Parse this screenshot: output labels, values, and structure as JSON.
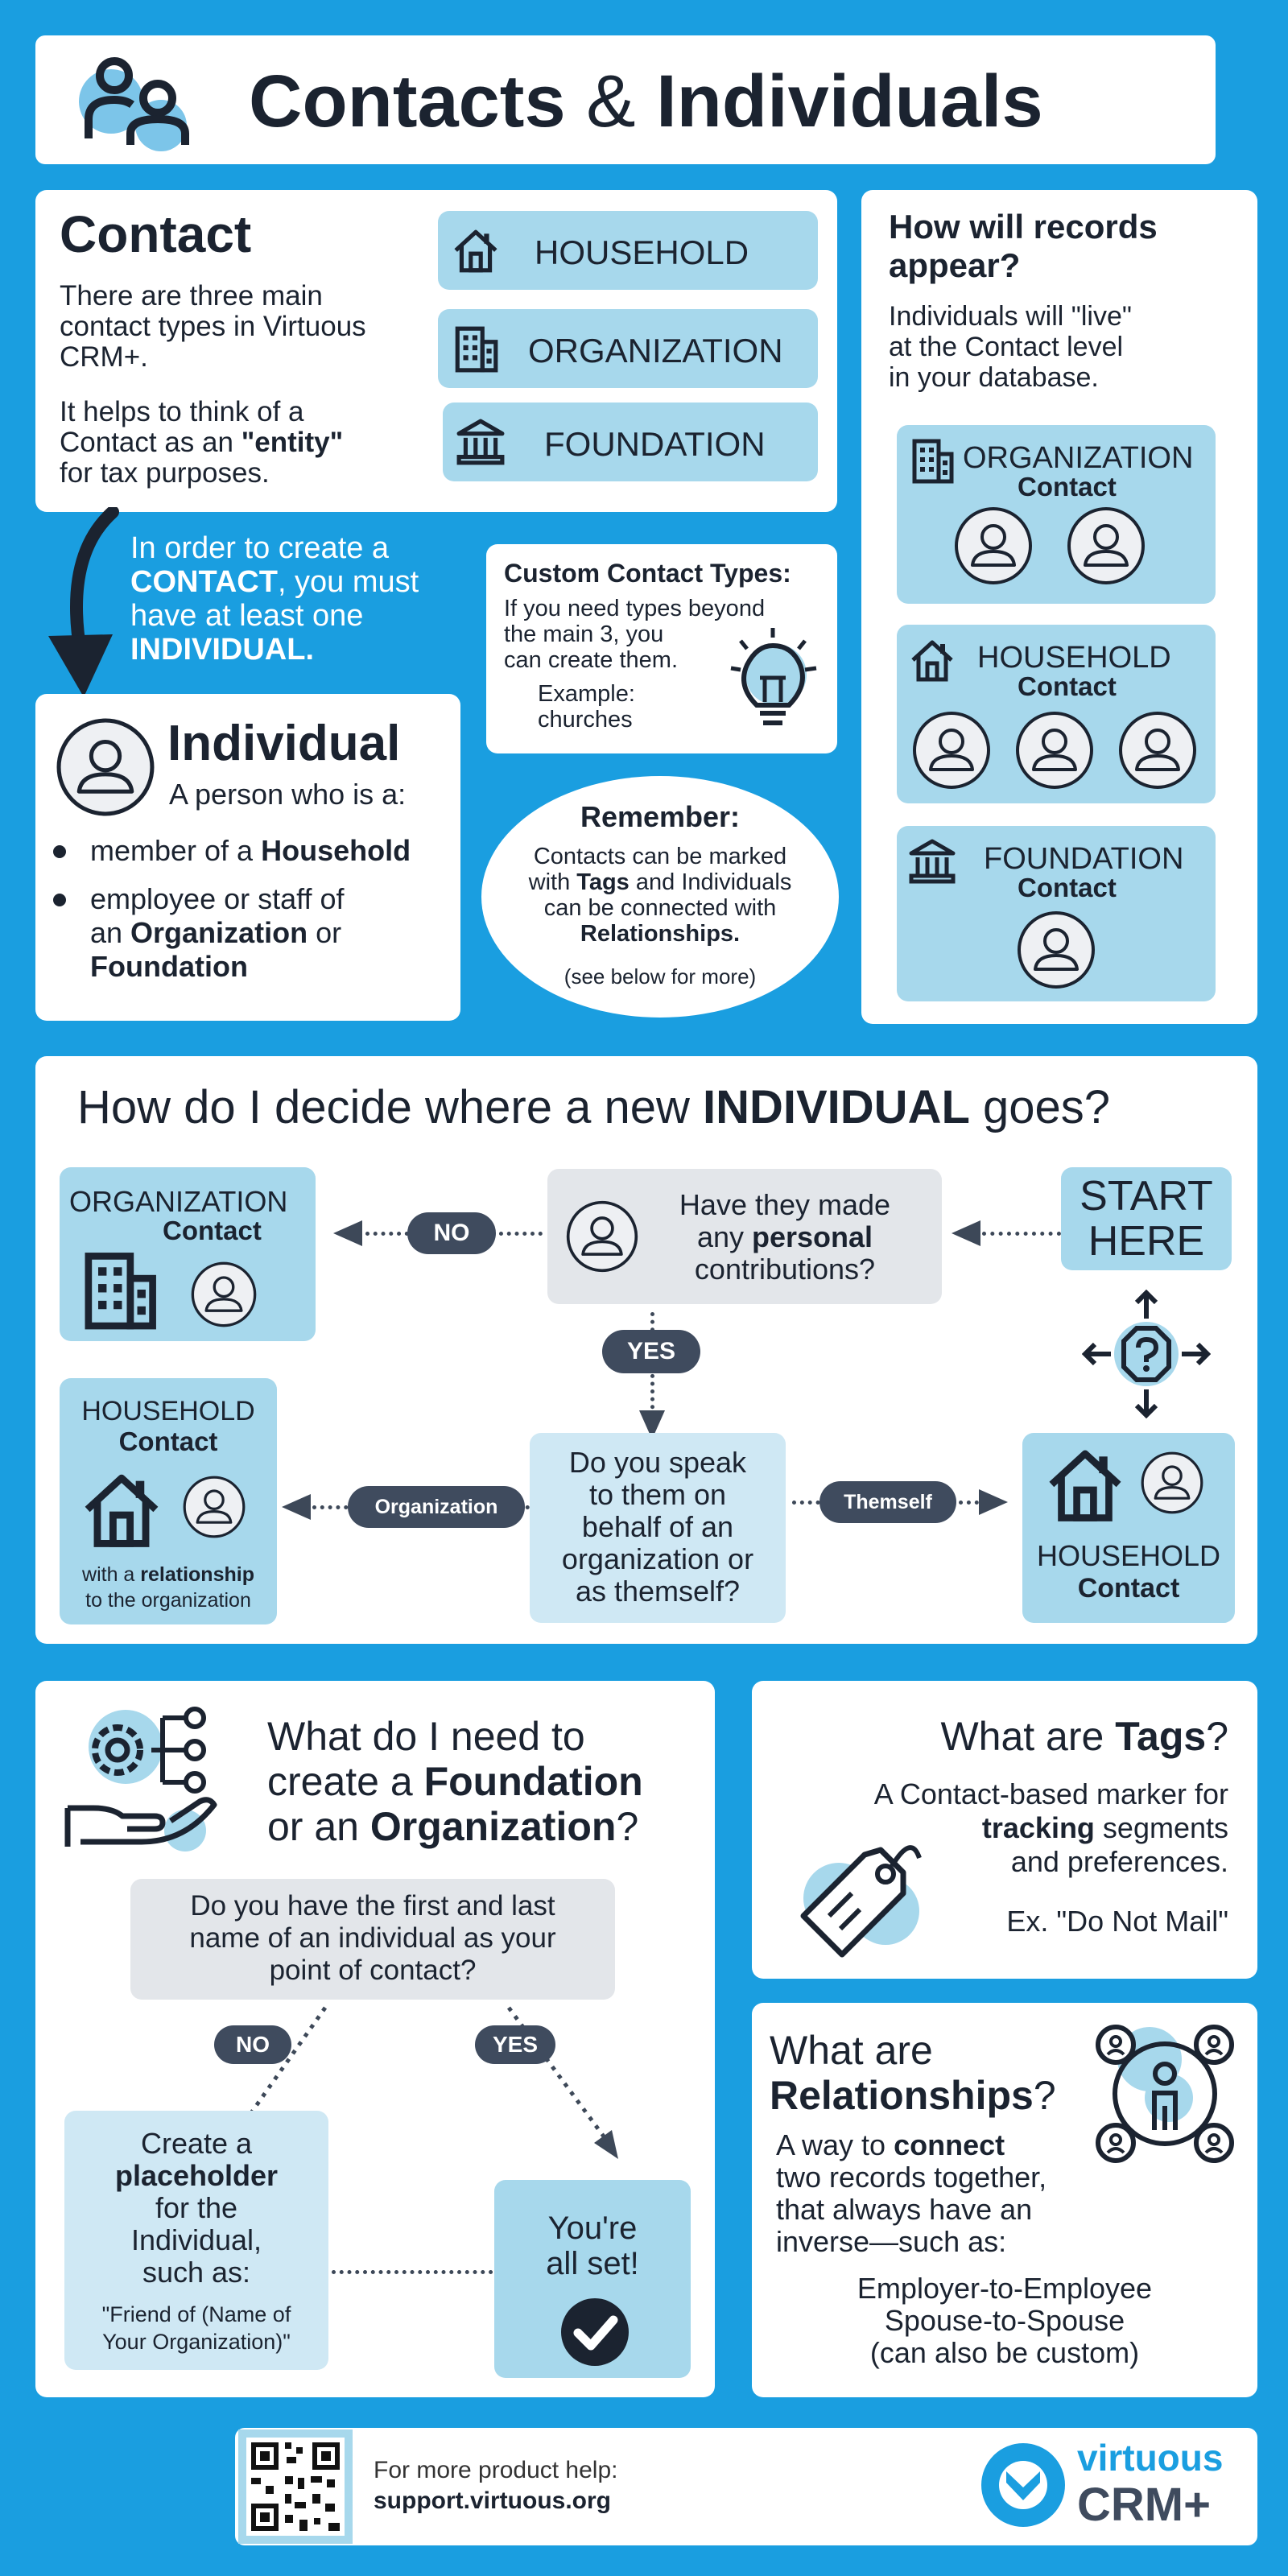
{
  "header": {
    "title_a": "Contacts ",
    "amp": "&",
    "title_b": " Individuals"
  },
  "contact": {
    "title": "Contact",
    "desc1": "There are three main",
    "desc2": "contact types in Virtuous",
    "desc3": "CRM+.",
    "desc4": "It helps to think of a",
    "desc5": "Contact as an ",
    "desc5b": "\"entity\"",
    "desc6": "for tax purposes.",
    "types": [
      "HOUSEHOLD",
      "ORGANIZATION",
      "FOUNDATION"
    ]
  },
  "appear": {
    "title1": "How will records",
    "title2": "appear?",
    "l1": "Individuals will \"live\"",
    "l2": "at the Contact level",
    "l3": "in your database.",
    "org": "ORGANIZATION",
    "hh": "HOUSEHOLD",
    "fnd": "FOUNDATION",
    "contact": "Contact"
  },
  "create": {
    "l1": "In order to create a",
    "l2b": "CONTACT",
    "l2": ", you must",
    "l3": "have at least one",
    "l4": "INDIVIDUAL."
  },
  "custom": {
    "title": "Custom Contact Types:",
    "l1": "If you need types beyond",
    "l2": "the main 3, you",
    "l3": "can create them.",
    "l4": "Example:",
    "l5": "churches"
  },
  "individual": {
    "title": "Individual",
    "sub": "A person who is a:",
    "b1a": "member of a ",
    "b1b": "Household",
    "b2a": "employee or staff of",
    "b2b": "an ",
    "b2c": "Organization",
    "b2d": " or",
    "b2e": "Foundation"
  },
  "remember": {
    "title": "Remember:",
    "l1": "Contacts can be marked",
    "l2a": "with ",
    "l2b": "Tags",
    "l2c": " and Individuals",
    "l3": "can be connected with",
    "l4": "Relationships.",
    "l5": "(see below for more)"
  },
  "decide": {
    "q1": "How do I decide where a new ",
    "q2": "INDIVIDUAL",
    "q3": " goes?",
    "org": "ORGANIZATION",
    "contact": "Contact",
    "no": "NO",
    "yes": "YES",
    "p1": "Have they made",
    "p2a": "any ",
    "p2b": "personal",
    "p3": "contributions?",
    "start1": "START",
    "start2": "HERE",
    "hh": "HOUSEHOLD",
    "withrel": "with a ",
    "relword": "relationship",
    "toorg": "to the organization",
    "o1": "Organization",
    "o2": "Themself",
    "s1": "Do you speak",
    "s2": "to them on",
    "s3": "behalf of an",
    "s4": "organization or",
    "s5": "as themself?"
  },
  "foundation": {
    "t1": "What do I need to",
    "t2a": "create a ",
    "t2b": "Foundation",
    "t3a": "or an ",
    "t3b": "Organization",
    "t3c": "?",
    "q1": "Do you have the first and last",
    "q2": "name of an individual as your",
    "q3": "point of contact?",
    "no": "NO",
    "yes": "YES",
    "c1": "Create a",
    "c2": "placeholder",
    "c3": "for the",
    "c4": "Individual,",
    "c5": "such as:",
    "c6": "\"Friend of (Name of",
    "c7": "Your Organization)\"",
    "y1": "You're",
    "y2": "all set!"
  },
  "tags": {
    "t1": "What are ",
    "t2": "Tags",
    "t3": "?",
    "l1": "A Contact-based marker for",
    "l2a": "tracking",
    "l2b": " segments",
    "l3": "and preferences.",
    "ex": "Ex. \"Do Not Mail\""
  },
  "rel": {
    "t1": "What are",
    "t2": "Relationships",
    "t3": "?",
    "l1a": "A way to ",
    "l1b": "connect",
    "l2": "two records together,",
    "l3": "that always have an",
    "l4": "inverse—such as:",
    "e1": "Employer-to-Employee",
    "e2": "Spouse-to-Spouse",
    "e3": "(can also be custom)"
  },
  "footer": {
    "help": "For more product help:",
    "url": "support.virtuous.org",
    "brand1": "virtuous",
    "brand2": "CRM+"
  },
  "colors": {
    "bg": "#1a9ee0",
    "light": "#a7d8ec",
    "navy": "#1b2330",
    "grey": "#e3e6ea",
    "pill": "#3f4b5e"
  }
}
